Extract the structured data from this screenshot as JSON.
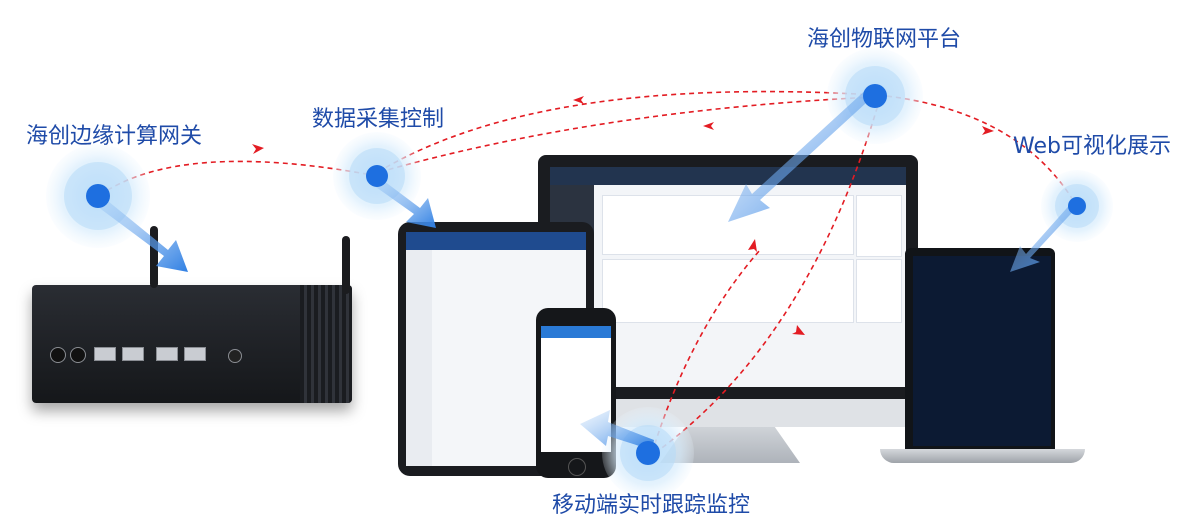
{
  "nodes": {
    "gateway": "海创边缘计算网关",
    "acquisition": "数据采集控制",
    "iot_platform": "海创物联网平台",
    "web": "Web可视化展示",
    "mobile": "移动端实时跟踪监控"
  },
  "colors": {
    "label": "#1f4ba8",
    "node": "#1e6fe0",
    "halo": "#9fd0f5",
    "dashed_arrow": "#e31c23",
    "flow_arrow": "#3a86e8"
  },
  "icons": [
    "gateway-device",
    "tablet-device",
    "monitor-device",
    "laptop-device",
    "phone-device"
  ]
}
